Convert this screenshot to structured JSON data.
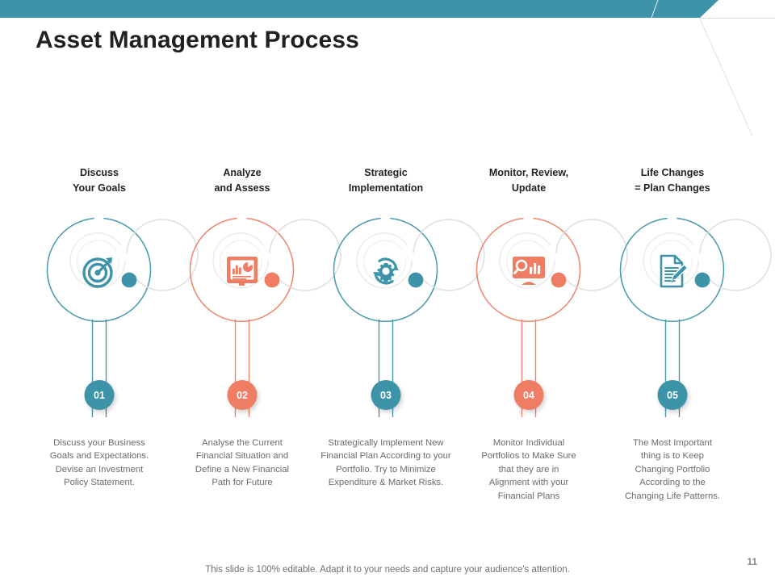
{
  "slide": {
    "title": "Asset Management Process",
    "footer_note": "This slide is 100% editable. Adapt it to your needs and capture your audience's attention.",
    "page_number": "11"
  },
  "theme": {
    "teal": "#3d93a8",
    "coral": "#ee7d63",
    "header_bar": "#3d93a8",
    "ring_gray": "#e3e3e3",
    "title_color": "#231f20",
    "body_text": "#6b6b6b"
  },
  "steps": [
    {
      "number": "01",
      "heading": "Discuss\nYour Goals",
      "description": "Discuss your Business\nGoals and Expectations.\nDevise an Investment\nPolicy Statement.",
      "icon": "target-arrow-icon",
      "color": "#3d93a8"
    },
    {
      "number": "02",
      "heading": "Analyze\nand Assess",
      "description": "Analyse the Current\nFinancial Situation and\nDefine a New Financial\nPath for Future",
      "icon": "report-chart-icon",
      "color": "#ee7d63"
    },
    {
      "number": "03",
      "heading": "Strategic\nImplementation",
      "description": "Strategically Implement New\nFinancial Plan According to your\nPortfolio. Try to Minimize\nExpenditure & Market Risks.",
      "icon": "gear-cycle-icon",
      "color": "#3d93a8"
    },
    {
      "number": "04",
      "heading": "Monitor, Review,\nUpdate",
      "description": "Monitor Individual\nPortfolios to Make Sure\nthat they are in\nAlignment with your\nFinancial Plans",
      "icon": "monitor-analysis-icon",
      "color": "#ee7d63"
    },
    {
      "number": "05",
      "heading": "Life Changes\n= Plan Changes",
      "description": "The Most Important\nthing is to Keep\nChanging Portfolio\nAccording to the\nChanging Life Patterns.",
      "icon": "document-pen-icon",
      "color": "#3d93a8"
    }
  ]
}
